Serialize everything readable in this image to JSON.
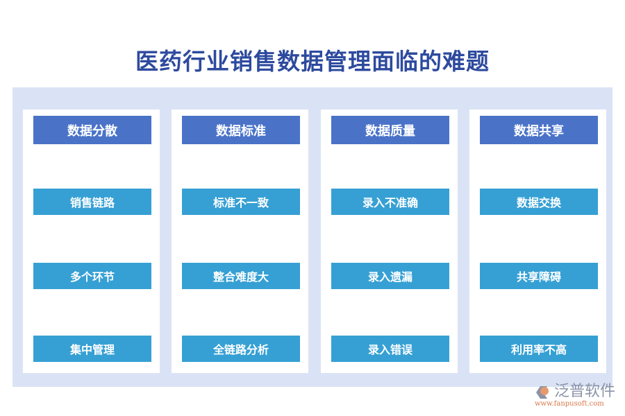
{
  "title": "医药行业销售数据管理面临的难题",
  "columns": [
    {
      "header": "数据分散",
      "items": [
        "销售链路",
        "多个环节",
        "集中管理"
      ]
    },
    {
      "header": "数据标准",
      "items": [
        "标准不一致",
        "整合难度大",
        "全链路分析"
      ]
    },
    {
      "header": "数据质量",
      "items": [
        "录入不准确",
        "录入遗漏",
        "录入错误"
      ]
    },
    {
      "header": "数据共享",
      "items": [
        "数据交换",
        "共享障碍",
        "利用率不高"
      ]
    }
  ],
  "logo": {
    "name": "泛普软件",
    "url": "www.fanpusoft.com"
  },
  "colors": {
    "header": "#4a73c8",
    "item": "#36a0d4",
    "panel": "#dae3f5",
    "title": "#2d4a9e"
  }
}
